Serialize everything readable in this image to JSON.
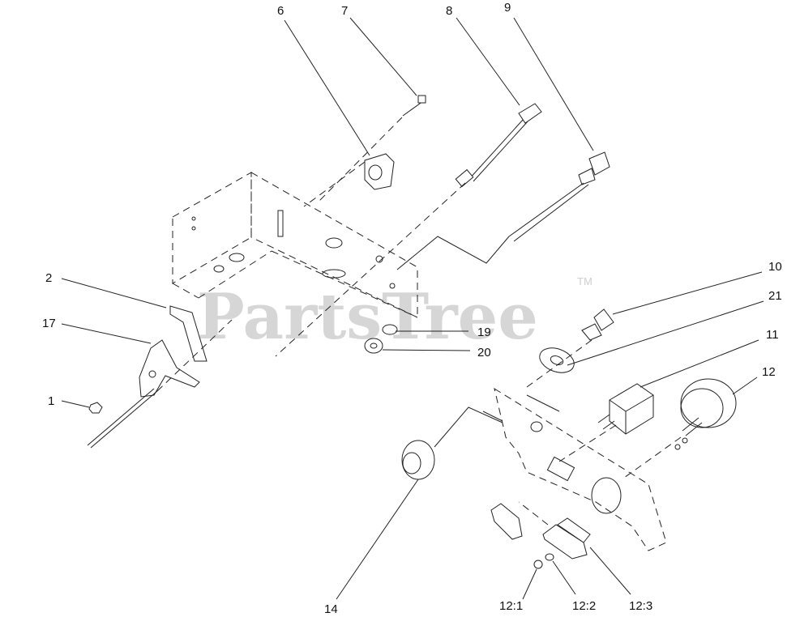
{
  "watermark": {
    "brand": "PartsTree",
    "tm": "TM"
  },
  "labels": [
    {
      "id": "6",
      "text": "6"
    },
    {
      "id": "7",
      "text": "7"
    },
    {
      "id": "8",
      "text": "8"
    },
    {
      "id": "9",
      "text": "9"
    },
    {
      "id": "2",
      "text": "2"
    },
    {
      "id": "17",
      "text": "17"
    },
    {
      "id": "1",
      "text": "1"
    },
    {
      "id": "19",
      "text": "19"
    },
    {
      "id": "20",
      "text": "20"
    },
    {
      "id": "10",
      "text": "10"
    },
    {
      "id": "21",
      "text": "21"
    },
    {
      "id": "11",
      "text": "11"
    },
    {
      "id": "12",
      "text": "12"
    },
    {
      "id": "14",
      "text": "14"
    },
    {
      "id": "12_1",
      "text": "12:1"
    },
    {
      "id": "12_2",
      "text": "12:2"
    },
    {
      "id": "12_3",
      "text": "12:3"
    }
  ]
}
